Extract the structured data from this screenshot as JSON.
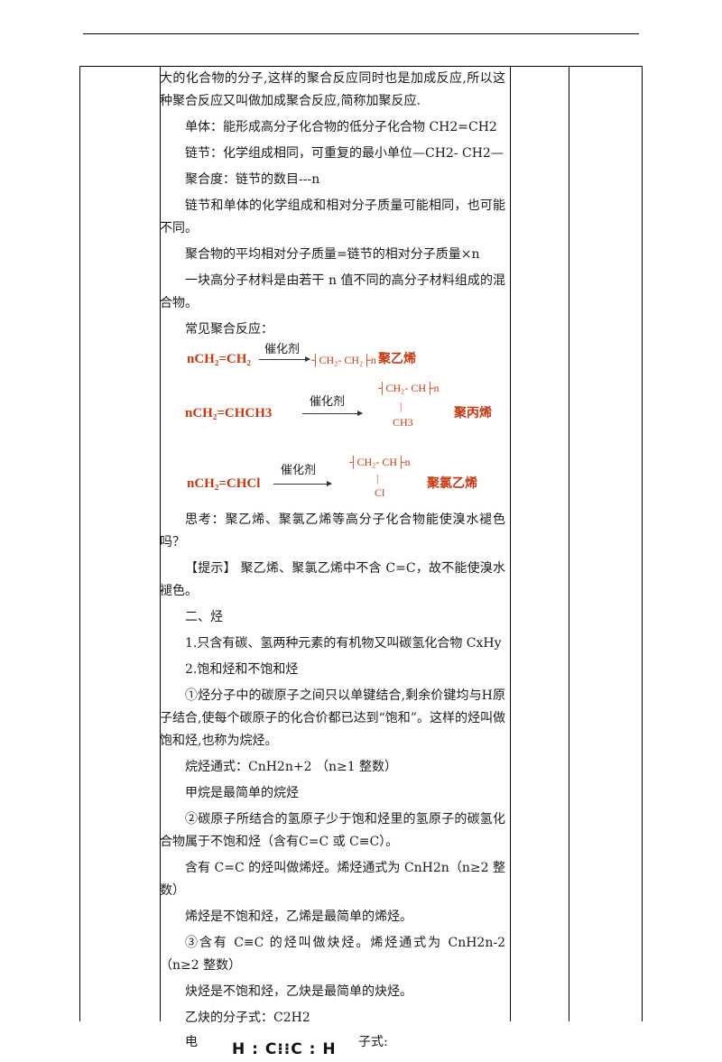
{
  "text": {
    "p1": "大的化合物的分子,这样的聚合反应同时也是加成反应,所以这种聚合反应又叫做加成聚合反应,简称加聚反应.",
    "p2": "单体：能形成高分子化合物的低分子化合物 CH2=CH2",
    "p3": "链节：化学组成相同，可重复的最小单位—CH2- CH2—",
    "p4": "聚合度：链节的数目---n",
    "p5": "链节和单体的化学组成和相对分子质量可能相同，也可能不同。",
    "p6": "聚合物的平均相对分子质量=链节的相对分子质量×n",
    "p7": "一块高分子材料是由若干 n 值不同的高分子材料组成的混合物。",
    "p8": "常见聚合反应：",
    "p9": "思考：聚乙烯、聚氯乙烯等高分子化合物能使溴水褪色吗？",
    "p10": "【提示】  聚乙烯、聚氯乙烯中不含 C=C，故不能使溴水褪色。",
    "p11": "二、烃",
    "p12": "1.只含有碳、氢两种元素的有机物又叫碳氢化合物 CxHy",
    "p13": "2.饱和烃和不饱和烃",
    "p14": "①烃分子中的碳原子之间只以单键结合,剩余价键均与H原子结合,使每个碳原子的化合价都已达到“饱和”。这样的烃叫做饱和烃,也称为烷烃。",
    "p15": "烷烃通式：CnH2n+2  （n≥1 整数）",
    "p16": "甲烷是最简单的烷烃",
    "p17": "②碳原子所结合的氢原子少于饱和烃里的氢原子的碳氢化合物属于不饱和烃（含有C=C 或 C≡C）。",
    "p18": "含有 C=C 的烃叫做烯烃。烯烃通式为 CnH2n（n≥2 整数）",
    "p19": "烯烃是不饱和烃，乙烯是最简单的烯烃。",
    "p20": "③含有 C≡C 的烃叫做炔烃。烯烃通式为 CnH2n-2（n≥2 整数）",
    "p21": "炔烃是不饱和烃，乙炔是最简单的炔烃。",
    "p22": "乙炔的分子式：C2H2",
    "p23a": "电",
    "p23b": "子式:"
  },
  "reactions": [
    {
      "reactant": "nCH₂=CH₂",
      "catalyst": "催化剂",
      "product": "┤CH₂- CH₂├n",
      "name": "聚乙烯"
    },
    {
      "reactant": "nCH₂=CHCH3",
      "catalyst": "催化剂",
      "product_top": "┤CH₂- CH├n",
      "product_sub": "CH3",
      "name": "聚丙烯"
    },
    {
      "reactant": "nCH₂=CHCl",
      "catalyst": "催化剂",
      "product_top": "┤CH₂- CH├n",
      "product_sub": "Cl",
      "name": "聚氯乙烯"
    }
  ],
  "electron_formula": "H : C⁝⁝C : H",
  "colors": {
    "reaction": "#c8380e",
    "rule": "#000000"
  }
}
